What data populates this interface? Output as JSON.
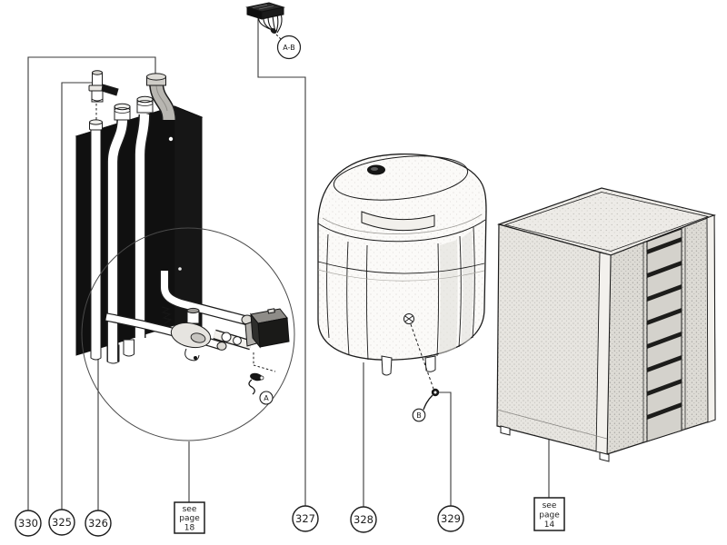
{
  "callouts": [
    {
      "label": "330"
    },
    {
      "label": "325"
    },
    {
      "label": "326"
    },
    {
      "label": "327"
    },
    {
      "label": "328"
    },
    {
      "label": "329"
    }
  ],
  "markers": {
    "ab": "A-B",
    "a": "A",
    "b": "B"
  },
  "page_refs": [
    {
      "line1": "see",
      "line2": "page",
      "line3": "18"
    },
    {
      "line1": "see",
      "line2": "page",
      "line3": "14"
    }
  ],
  "colors": {
    "ink": "#1c1c1c",
    "paper": "#ffffff",
    "panel_black": "#121212",
    "pipe_gray": "#b8b6b1",
    "stipple_light": "#eceae6",
    "stipple_mid": "#e0ded9",
    "stipple_dark": "#d2d0ca"
  }
}
